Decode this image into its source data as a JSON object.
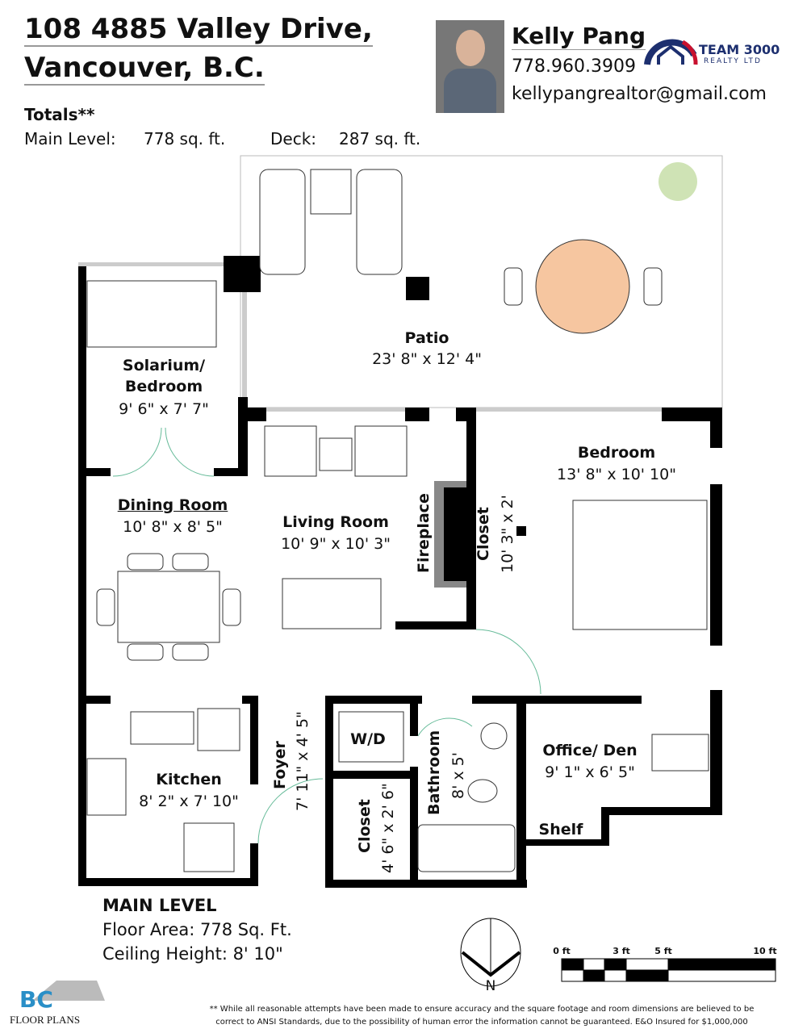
{
  "header": {
    "address_line1": "108 4885 Valley Drive,",
    "address_line2": "Vancouver, B.C.",
    "totals_label": "Totals**",
    "main_level_label": "Main Level:",
    "main_level_value": "778 sq. ft.",
    "deck_label": "Deck:",
    "deck_value": "287 sq. ft."
  },
  "agent": {
    "name": "Kelly Pang",
    "phone": "778.960.3909",
    "email": "kellypangrealtor@gmail.com",
    "brokerage_line1": "TEAM 3000",
    "brokerage_line2": "REALTY LTD"
  },
  "rooms": {
    "patio": {
      "name": "Patio",
      "dims": "23' 8\" x 12' 4\""
    },
    "solarium": {
      "name1": "Solarium/",
      "name2": "Bedroom",
      "dims": "9' 6\" x 7' 7\""
    },
    "dining": {
      "name": "Dining Room",
      "dims": "10' 8\" x 8' 5\""
    },
    "living": {
      "name": "Living Room",
      "dims": "10' 9\" x 10' 3\""
    },
    "fireplace": {
      "name": "Fireplace"
    },
    "closet1": {
      "name": "Closet",
      "dims": "10' 3\" x 2'"
    },
    "bedroom": {
      "name": "Bedroom",
      "dims": "13' 8\" x 10' 10\""
    },
    "kitchen": {
      "name": "Kitchen",
      "dims": "8' 2\" x 7' 10\""
    },
    "foyer": {
      "name": "Foyer",
      "dims": "7' 11\" x 4' 5\""
    },
    "wd": {
      "name": "W/D"
    },
    "closet2": {
      "name": "Closet",
      "dims": "4' 6\" x 2' 6\""
    },
    "bathroom": {
      "name": "Bathroom",
      "dims": "8' x 5'"
    },
    "office": {
      "name": "Office/ Den",
      "dims": "9' 1\" x 6' 5\""
    },
    "shelf": {
      "name": "Shelf"
    }
  },
  "footer": {
    "level": "MAIN LEVEL",
    "floor_area": "Floor Area: 778 Sq. Ft.",
    "ceiling": "Ceiling Height: 8' 10\"",
    "north": "N",
    "scale": [
      "0 ft",
      "3 ft",
      "5 ft",
      "10 ft"
    ],
    "logo_line1": "BC",
    "logo_line2": "FLOOR PLANS",
    "disclaimer1": "** While all reasonable attempts have been made to ensure accuracy and the square footage and room dimensions are believed to be",
    "disclaimer2": "correct to ANSI Standards, due to the possibility of human error the information cannot be guaranteed. E&O Insured for $1,000,000"
  },
  "colors": {
    "wall": "#000000",
    "brand_blue": "#1d2f6f",
    "brand_red": "#c8102e",
    "table": "#f6c6a0"
  }
}
